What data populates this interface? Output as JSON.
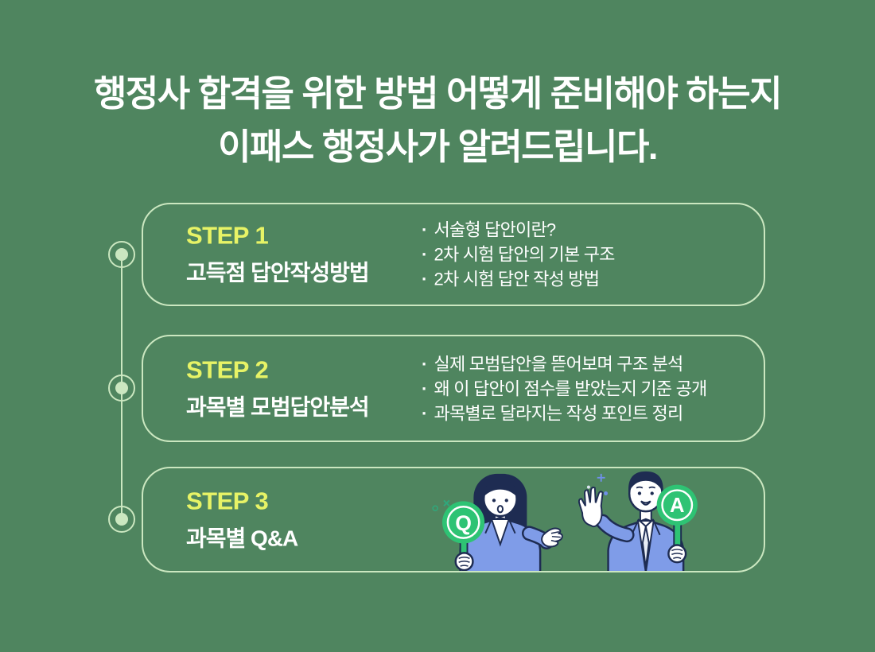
{
  "title": {
    "line1": "행정사 합격을 위한 방법 어떻게 준비해야 하는지",
    "line2": "이패스 행정사가 알려드립니다."
  },
  "bullet_marker": "·",
  "steps": [
    {
      "label": "STEP 1",
      "title": "고득점 답안작성방법",
      "bullets": [
        "서술형 답안이란?",
        "2차 시험 답안의 기본 구조",
        "2차 시험 답안 작성 방법"
      ]
    },
    {
      "label": "STEP 2",
      "title": "과목별 모범답안분석",
      "bullets": [
        "실제 모범답안을 뜯어보며 구조 분석",
        "왜 이 답안이 점수를 받았는지 기준 공개",
        "과목별로 달라지는 작성 포인트 정리"
      ]
    },
    {
      "label": "STEP 3",
      "title": "과목별 Q&A",
      "bullets": [],
      "illustration": {
        "q_label": "Q",
        "a_label": "A"
      }
    }
  ],
  "colors": {
    "background": "#4f855f",
    "outline": "#cbe7c0",
    "step_label_yellow": "#e7f366",
    "text_white": "#ffffff",
    "paddle_green": "#2ec374",
    "suit_blue": "#7f9ce8",
    "line_navy": "#1e2c52"
  }
}
